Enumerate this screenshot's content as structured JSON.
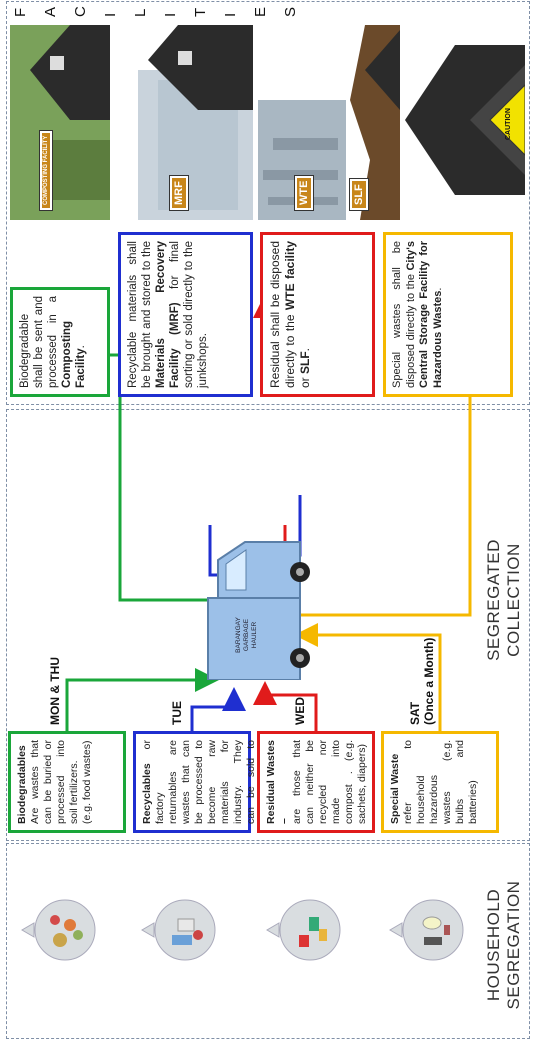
{
  "stages": {
    "household": {
      "line1": "HOUSEHOLD",
      "line2": "SEGREGATION"
    },
    "collection": {
      "line1": "SEGREGATED",
      "line2": "COLLECTION"
    },
    "facilities": [
      "F",
      "A",
      "C",
      "I",
      "L",
      "I",
      "T",
      "I",
      "E",
      "S"
    ]
  },
  "schedule": {
    "biodegradable": "MON & THU",
    "recyclable": "TUE",
    "residual": "WED",
    "special_day": "SAT",
    "special_freq": "(Once a Month)"
  },
  "truck": {
    "line1": "BARANGAY",
    "line2": "GARBAGE",
    "line3": "HAULER"
  },
  "waste_types": [
    {
      "title": "Biodegradables",
      "text": "Are wastes that can be buried or processed into soil fertilizers.",
      "example": "(e.g. food wastes)"
    },
    {
      "title": "Recyclables",
      "text": " or factory returnables are wastes that can be processed to become raw materials for industry. They can be sold to junk buyers."
    },
    {
      "title": "Residual Wastes –",
      "text": "are those that can neither be recycled nor made into compost . (e.g. sachets, diapers)"
    },
    {
      "title": "Special Waste",
      "text": "refer to household hazardous wastes (e.g. bulbs and batteries)"
    }
  ],
  "facility_boxes": {
    "bio": {
      "text": "Biodegradable shall be sent and processed in a ",
      "bold": "Composting Facility",
      "end": "."
    },
    "rec": {
      "text1": "Recyclable materials shall be brought and stored to the ",
      "bold": "Materials Recovery Facility (MRF)",
      "text2": " for final sorting or sold directly to the junkshops."
    },
    "res": {
      "text1": "Residual shall be disposed directly to the ",
      "bold1": "WTE facility",
      "mid": " or ",
      "bold2": "SLF",
      "end": "."
    },
    "spe": {
      "text1": "Special wastes shall be disposed directly to the ",
      "bold": "City's Central Storage Facility for Hazardous Wastes",
      "end": "."
    }
  },
  "facility_tags": {
    "compost": "COMPOSTING FACILITY",
    "mrf": "MRF",
    "wte": "WTE",
    "slf": "SLF",
    "caution": "CAUTION"
  },
  "colors": {
    "green": "#1aa63a",
    "blue": "#1f2fd0",
    "red": "#e01b1b",
    "yellow": "#f5b800",
    "dashed": "#7f8fa6"
  }
}
